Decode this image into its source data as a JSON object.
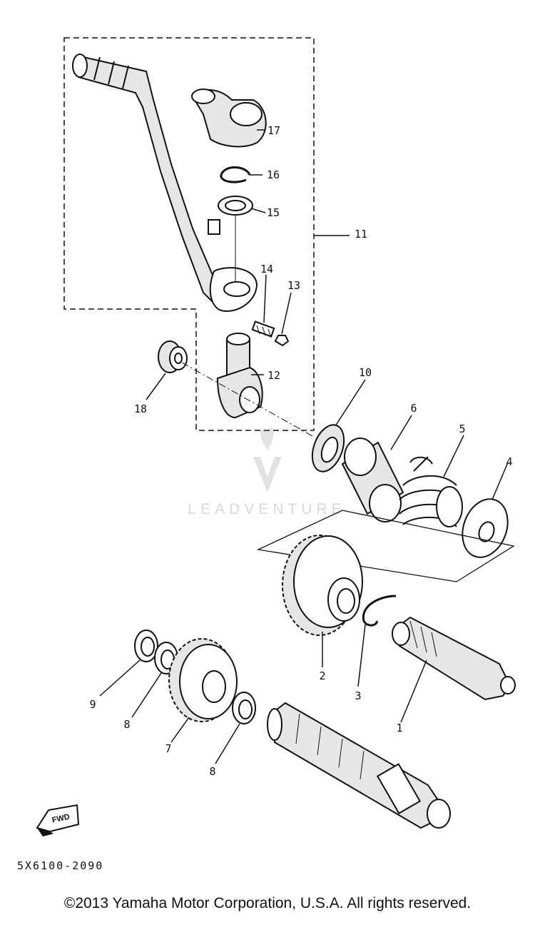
{
  "diagram": {
    "callouts": [
      {
        "id": "17",
        "label": "17"
      },
      {
        "id": "16",
        "label": "16"
      },
      {
        "id": "15",
        "label": "15"
      },
      {
        "id": "11",
        "label": "11"
      },
      {
        "id": "14",
        "label": "14"
      },
      {
        "id": "13",
        "label": "13"
      },
      {
        "id": "12",
        "label": "12"
      },
      {
        "id": "18",
        "label": "18"
      },
      {
        "id": "10",
        "label": "10"
      },
      {
        "id": "6",
        "label": "6"
      },
      {
        "id": "5",
        "label": "5"
      },
      {
        "id": "4",
        "label": "4"
      },
      {
        "id": "2",
        "label": "2"
      },
      {
        "id": "3",
        "label": "3"
      },
      {
        "id": "1",
        "label": "1"
      },
      {
        "id": "9",
        "label": "9"
      },
      {
        "id": "8a",
        "label": "8"
      },
      {
        "id": "7",
        "label": "7"
      },
      {
        "id": "8b",
        "label": "8"
      }
    ],
    "fwd_label": "FWD",
    "diagram_code": "5X6100-2090",
    "watermark": "LEADVENTURE"
  },
  "footer": {
    "copyright": "©2013 Yamaha Motor Corporation, U.S.A. All rights reserved."
  }
}
